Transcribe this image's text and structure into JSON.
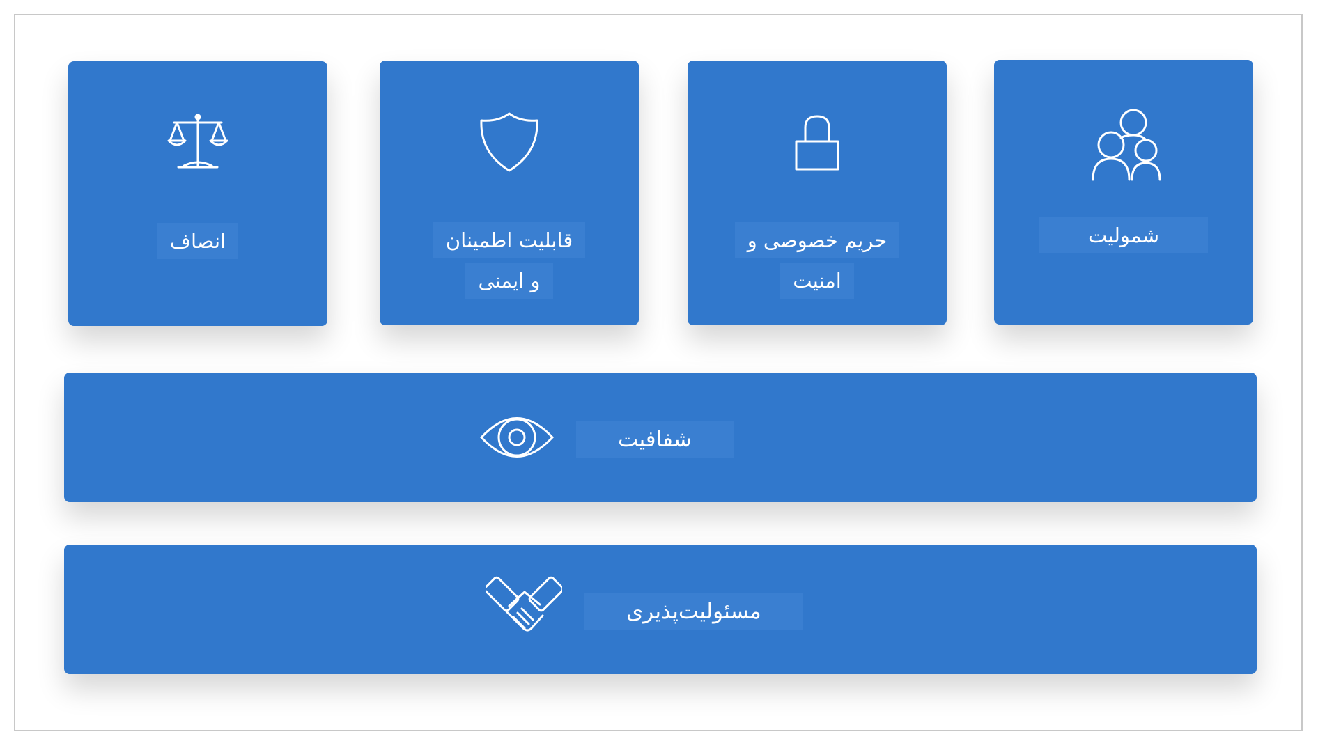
{
  "tiles": [
    {
      "name": "fairness",
      "label_lines": [
        "انصاف"
      ],
      "icon": "scales-icon"
    },
    {
      "name": "reliability-safety",
      "label_lines": [
        "قابلیت اطمینان",
        "و ایمنی"
      ],
      "icon": "shield-icon"
    },
    {
      "name": "privacy-security",
      "label_lines": [
        "حریم خصوصی و",
        "امنیت"
      ],
      "icon": "lock-icon"
    },
    {
      "name": "inclusiveness",
      "label_lines": [
        "شمولیت"
      ],
      "icon": "people-icon"
    }
  ],
  "bars": {
    "transparency": {
      "label": "شفافیت",
      "icon": "eye-icon"
    },
    "accountability": {
      "label": "مسئولیت‌پذیری",
      "icon": "handshake-icon"
    }
  },
  "colors": {
    "card": "#3178cc",
    "label_bg": "#3a7fd1",
    "frame": "#c8c8c8",
    "icon": "#ffffff"
  }
}
